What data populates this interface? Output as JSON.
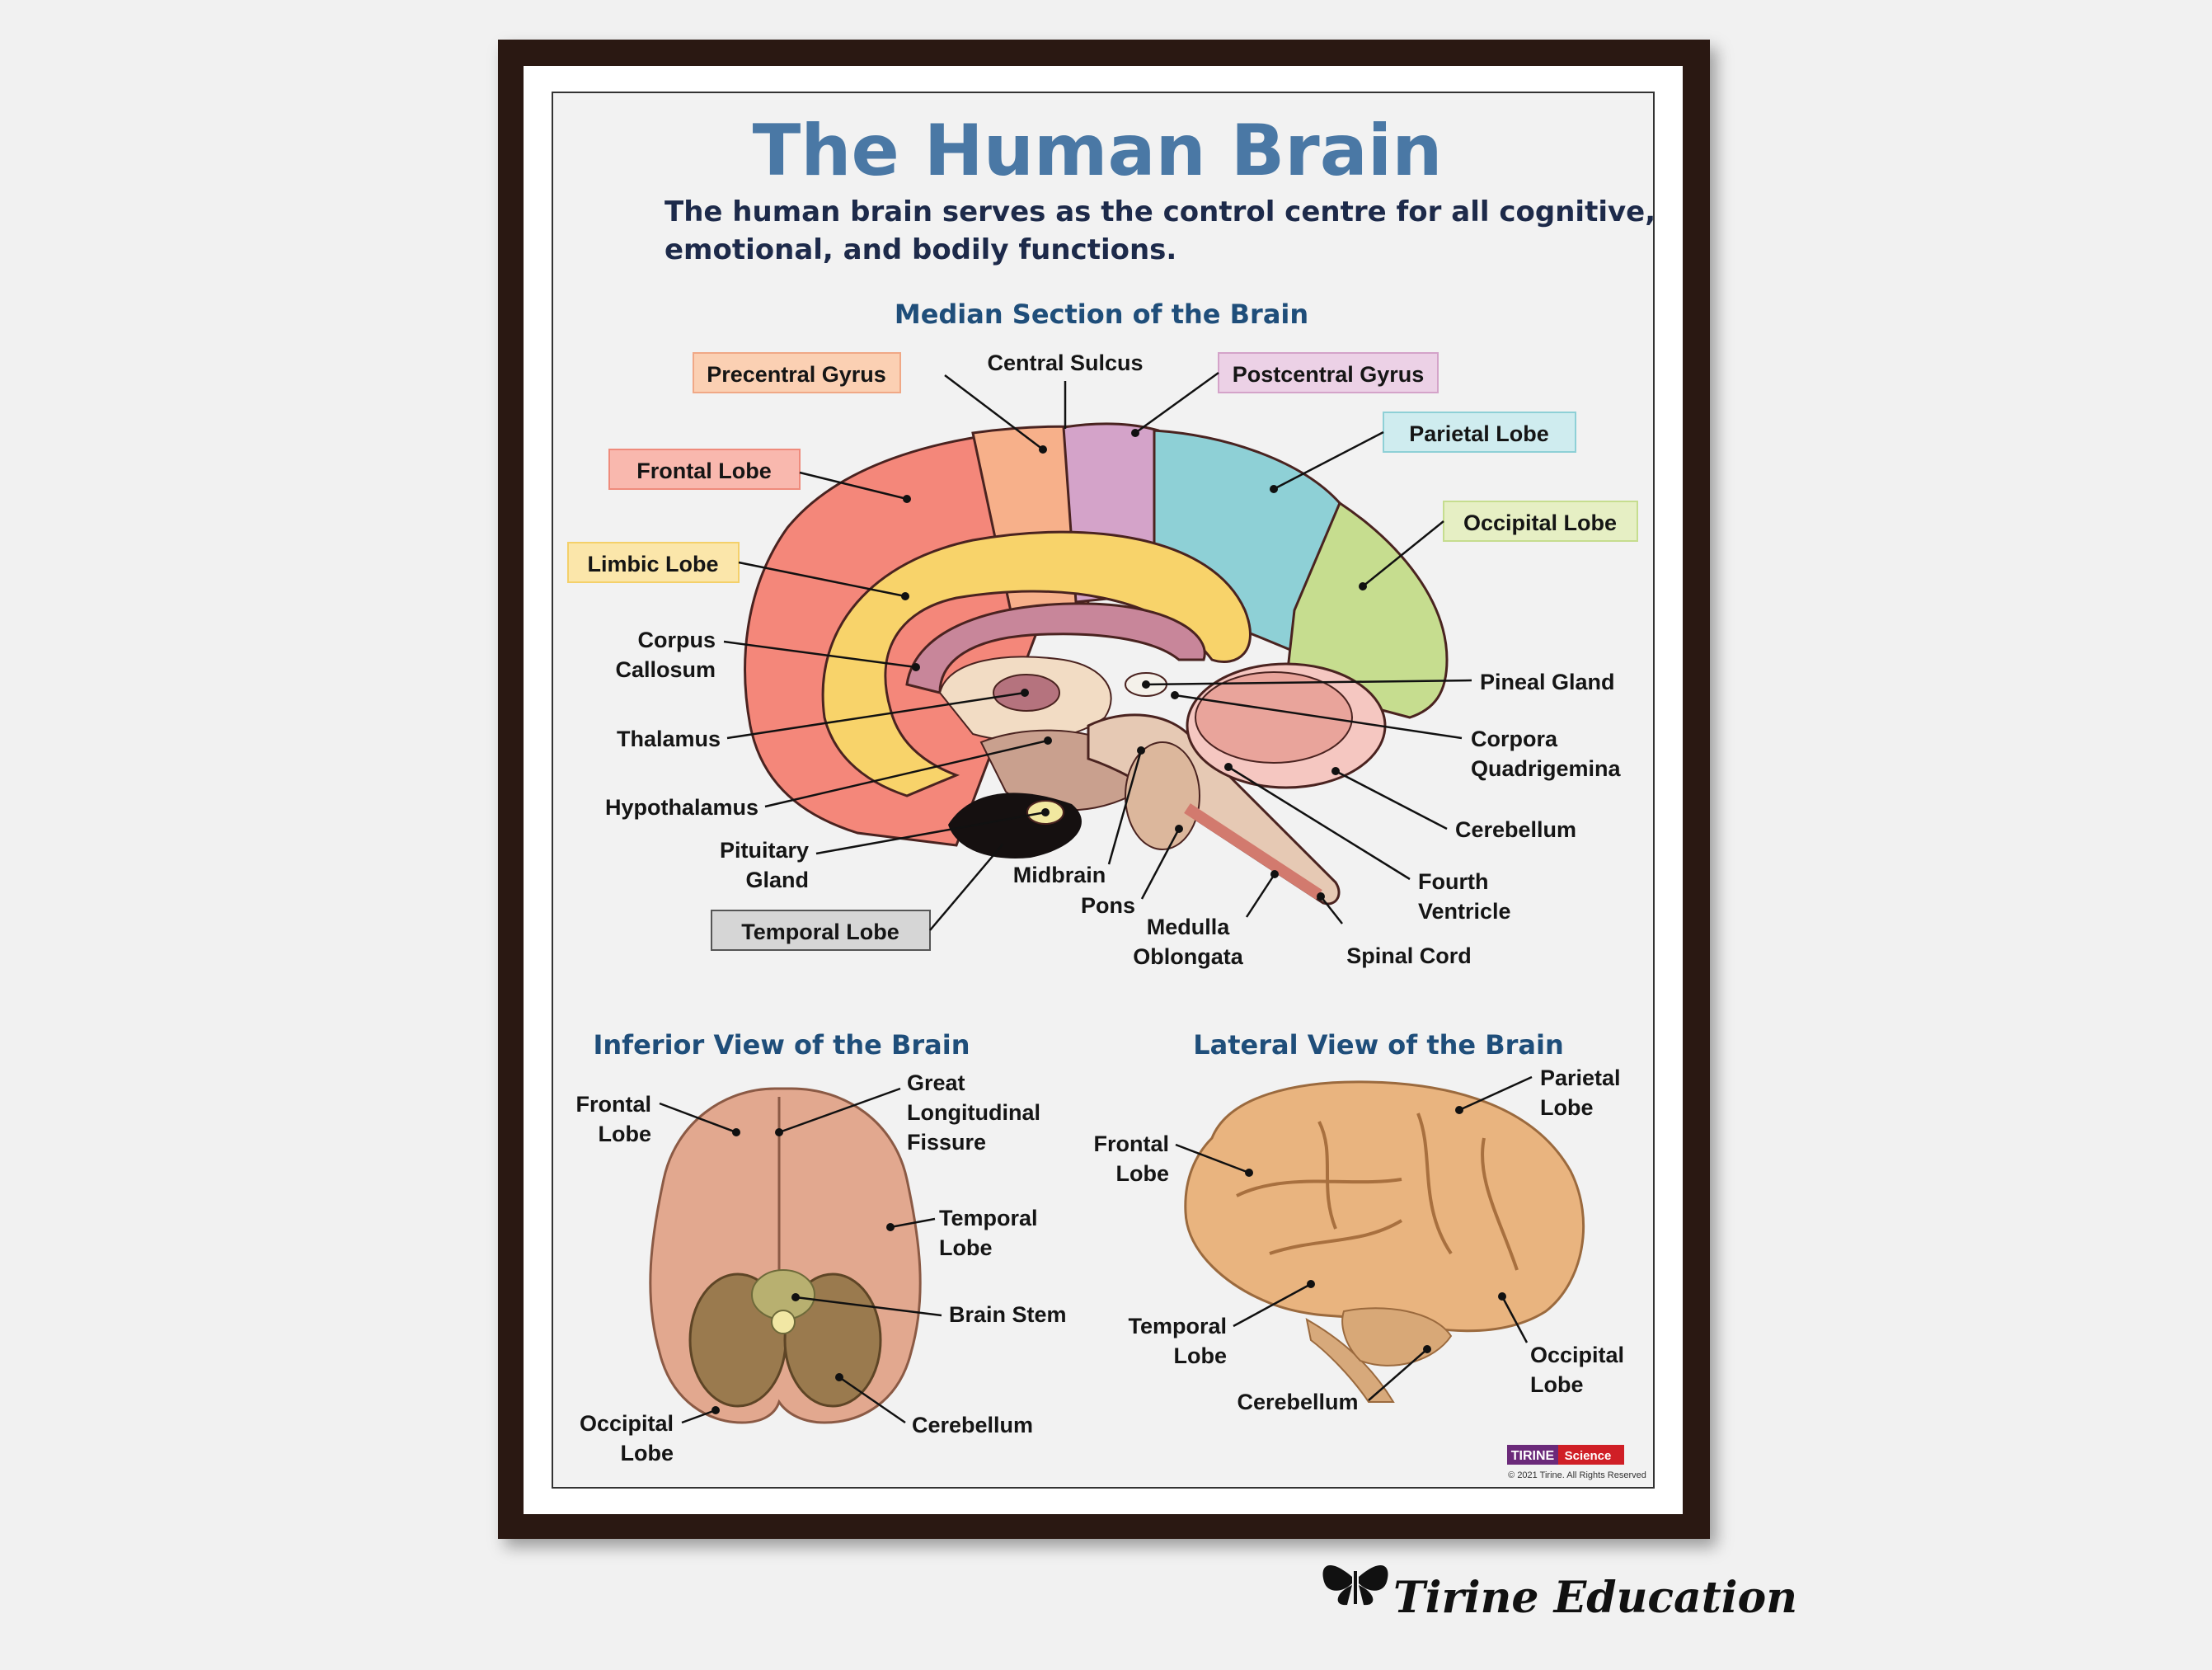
{
  "poster": {
    "title": "The Human Brain",
    "subtitle_line1": "The human brain serves as the control centre for all cognitive,",
    "subtitle_line2": "emotional, and bodily functions."
  },
  "median": {
    "heading": "Median Section of the Brain",
    "labels": {
      "precentral_gyrus": "Precentral Gyrus",
      "central_sulcus": "Central Sulcus",
      "postcentral_gyrus": "Postcentral Gyrus",
      "parietal_lobe": "Parietal Lobe",
      "frontal_lobe": "Frontal Lobe",
      "occipital_lobe": "Occipital Lobe",
      "limbic_lobe": "Limbic Lobe",
      "corpus_1": "Corpus",
      "corpus_2": "Callosum",
      "pineal_gland": "Pineal Gland",
      "thalamus": "Thalamus",
      "corpora_1": "Corpora",
      "corpora_2": "Quadrigemina",
      "hypothalamus": "Hypothalamus",
      "cerebellum": "Cerebellum",
      "pituitary_1": "Pituitary",
      "pituitary_2": "Gland",
      "midbrain": "Midbrain",
      "fourth_1": "Fourth",
      "fourth_2": "Ventricle",
      "pons": "Pons",
      "temporal_lobe": "Temporal Lobe",
      "medulla_1": "Medulla",
      "medulla_2": "Oblongata",
      "spinal_cord": "Spinal Cord"
    }
  },
  "inferior": {
    "heading": "Inferior View of the Brain",
    "labels": {
      "frontal_1": "Frontal",
      "frontal_2": "Lobe",
      "fissure_1": "Great",
      "fissure_2": "Longitudinal",
      "fissure_3": "Fissure",
      "temporal_1": "Temporal",
      "temporal_2": "Lobe",
      "brain_stem": "Brain Stem",
      "occipital_1": "Occipital",
      "occipital_2": "Lobe",
      "cerebellum": "Cerebellum"
    }
  },
  "lateral": {
    "heading": "Lateral View of the Brain",
    "labels": {
      "parietal_1": "Parietal",
      "parietal_2": "Lobe",
      "frontal_1": "Frontal",
      "frontal_2": "Lobe",
      "temporal_1": "Temporal",
      "temporal_2": "Lobe",
      "occipital_1": "Occipital",
      "occipital_2": "Lobe",
      "cerebellum": "Cerebellum"
    }
  },
  "brand": {
    "logo_left": "TIRINE",
    "logo_right": "Science",
    "copyright": "© 2021 Tirine.  All Rights Reserved",
    "signature": "Tirine Education"
  },
  "colors": {
    "title": "#4a78a5",
    "frontal": "#f4877a",
    "limbic": "#f8d36a",
    "precentral": "#f7b08a",
    "postcentral": "#d4a3c9",
    "parietal": "#8ed0d6",
    "occipital": "#c6dd8f",
    "frame": "#2a1812",
    "logo_purple": "#6b2a7a",
    "logo_red": "#d01f26"
  }
}
